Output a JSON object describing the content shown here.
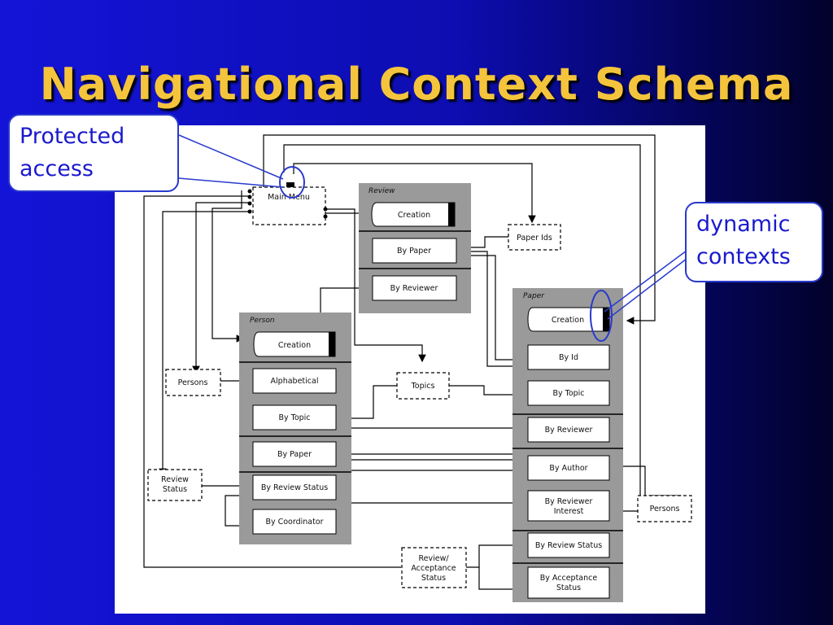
{
  "slide": {
    "title": "Navigational Context Schema",
    "callouts": {
      "protected": [
        "Protected",
        "access"
      ],
      "dynamic": [
        "dynamic",
        "contexts"
      ]
    },
    "colors": {
      "title": "#f4c43c",
      "callout_text": "#1a1acc",
      "background": "#1414d8"
    }
  },
  "diagram": {
    "main_menu": "Main Menu",
    "review": {
      "title": "Review",
      "items": [
        "Creation",
        "By Paper",
        "By Reviewer"
      ]
    },
    "person": {
      "title": "Person",
      "items": [
        "Creation",
        "Alphabetical",
        "By Topic",
        "By Paper",
        "By Review Status",
        "By Coordinator"
      ]
    },
    "paper": {
      "title": "Paper",
      "items": [
        "Creation",
        "By Id",
        "By Topic",
        "By Reviewer",
        "By Author",
        "By Reviewer|Interest",
        "By Review Status",
        "By Acceptance|Status"
      ]
    },
    "index_nodes": {
      "paper_ids": "Paper Ids",
      "persons_left": "Persons",
      "topics": "Topics",
      "review_status": "Review|Status",
      "persons_right": "Persons",
      "review_acceptance": "Review/|Acceptance|Status"
    }
  }
}
